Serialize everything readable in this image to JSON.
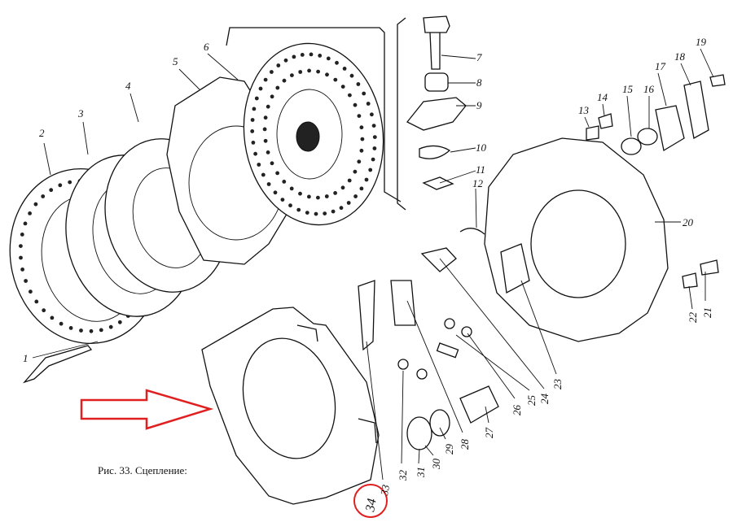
{
  "caption": "Рис. 33. Сцепление:",
  "highlight": {
    "label": "34",
    "circle_color": "#e02020",
    "arrow_color": "#e02020"
  },
  "parts": [
    "1",
    "2",
    "3",
    "4",
    "5",
    "6",
    "7",
    "8",
    "9",
    "10",
    "11",
    "12",
    "13",
    "14",
    "15",
    "16",
    "17",
    "18",
    "19",
    "20",
    "21",
    "22",
    "23",
    "24",
    "25",
    "26",
    "27",
    "28",
    "29",
    "30",
    "31",
    "32",
    "33"
  ]
}
